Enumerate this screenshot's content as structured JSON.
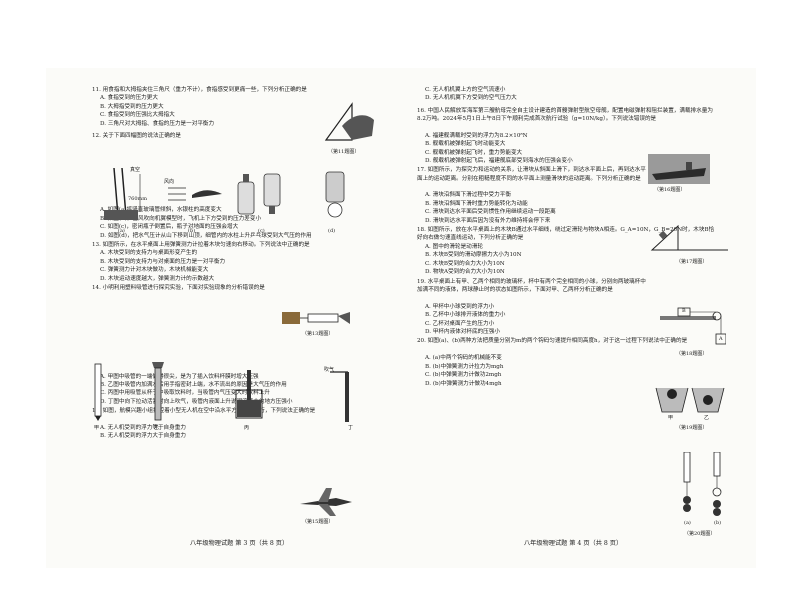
{
  "left_column": [
    {
      "stem": "11. 用食指和大拇指夹住三角尺（重力不计），食指感受到更痛一些，下列分析正确的是",
      "options": [
        "A. 食指受到的压力更大",
        "B. 大拇指受到的压力更大",
        "C. 食指受到的压强比大拇指大",
        "D. 三角尺对大拇指、食指的压力是一对平衡力"
      ]
    },
    {
      "stem": "12. 关于下面四幅图的说法正确的是",
      "options": [
        "A. 如图(a)将竖直玻璃管倾斜，水银柱的高度变大",
        "B. 如图(b)，当风吹向机翼模型时，飞机上下方受到的压力差变小",
        "C. 如图(c)，密闭瓶子倒置后，瓶子对地面的压强会增大",
        "D. 如图(d)，把水气压计从山下移到山顶，细管内的水柱上升乒乓球受到大气压的作用"
      ]
    },
    {
      "stem": "13. 如图所示，在水平桌面上用弹簧测力计拉着木块匀速向右移动。下列说法中正确的是",
      "options": [
        "A. 木块受到的支持力与桌面形变产生的",
        "B. 木块受到的支持力与对桌面的压力是一对平衡力",
        "C. 弹簧测力计对木块做功，木块机械能变大",
        "D. 木块运动速度越大，弹簧测力计的示数越大"
      ]
    },
    {
      "stem": "14. 小明利用塑料吸管进行探究实验，下面对实验现象的分析错误的是",
      "options": [
        "A. 甲图中吸管的一端做得很尖，是为了插入饮料杯膜时增大压强",
        "B. 乙图中吸管内加满水后用手指密封上端，水不流出的原因是大气压的作用",
        "C. 丙图中用吸管从杯子中吸取饮料时，当吸管内气压变大时饮料上升",
        "D. 丁图中向下拉动活塞时向上吹气，吸管内液面上升说明流速大的地方压强小"
      ]
    },
    {
      "stem": "15. 如图，航模兴趣小组操控着小型无人机在空中沿水平方向匀速飞行，下列说法正确的是",
      "options": [
        "A. 无人机受到的浮力等于自身重力",
        "B. 无人机受到的浮力大于自身重力"
      ]
    }
  ],
  "right_column": [
    {
      "stem": "",
      "options": [
        "C. 无人机机翼上方的空气流速小",
        "D. 无人机机翼下方受到的空气压力大"
      ]
    },
    {
      "stem": "16. 中国人民解放军海军第三艘航母完全自主设计建造的首艘弹射型航空母舰，配置电磁弹射和阻拦装置，满载排水量为8.2万吨。2024年5月1日上午8日下午顺利完成首次航行试验（g=10N/kg）。下列说法错误的是",
      "options": [
        "A. 福建舰满载时受到的浮力为8.2×10⁸N",
        "B. 舰载机被弹射起飞时动能变大",
        "C. 舰载机被弹射起飞时，重力势能变大",
        "D. 舰载机被弹射起飞后，福建舰底部受到海水的压强会变小"
      ]
    },
    {
      "stem": "17. 如图所示，为探究力和运动的关系，让滑块从斜面上滑下，到达水平面上后，再到达水平面上的运动距离。分别在粗糙程度不同的水平面上测量滑块的运动距离。下列分析正确的是",
      "options": [
        "A. 滑块沿斜面下滑过程中受力平衡",
        "B. 滑块沿斜面下滑时重力势能转化为动能",
        "C. 滑块到达水平面后受到惯性作用继续运动一段距离",
        "D. 滑块到达水平面后因为没有外力维持将会停下来"
      ]
    },
    {
      "stem": "18. 如图所示，放在水平桌面上的木块B通过水平细线，绕过定滑轮与物块A相连。G_A=10N，G_B=20N时，木块B恰好向右做匀速直线运动，下列分析正确的是",
      "options": [
        "A. 图中的滑轮是动滑轮",
        "B. 木块B受到的滑动摩擦力大小为10N",
        "C. 木块B受到的合力大小为10N",
        "D. 物块A受到的合力大小为10N"
      ]
    },
    {
      "stem": "19. 水平桌面上有甲、乙两个相同的玻璃杯，杯中有两个完全相同的小球，分别向两玻璃杯中加满不同的液体，两球静止时的状态如图所示，下面对甲、乙两杯分析正确的是",
      "options": [
        "A. 甲杯中小球受到的浮力小",
        "B. 乙杯中小球排开液体的重力小",
        "C. 乙杯对桌面产生的压力小",
        "D. 甲杯内液体对杯底的压强小"
      ]
    },
    {
      "stem": "20. 如图(a)、(b)两种方法把质量分别为m的两个钩码匀速提升相同高度h，对于这一过程下列说法中正确的是",
      "options": [
        "A. (a)中两个钩码的机械能不变",
        "B. (b)中弹簧测力计拉力为mgh",
        "C. (b)中弹簧测力计做功2mgh",
        "D. (b)中弹簧测力计做功4mgh"
      ]
    }
  ],
  "captions": {
    "q11": "（第11题图）",
    "q13": "（第13题图）",
    "q15": "（第15题图）",
    "q16": "（第16题图）",
    "q17": "（第17题图）",
    "q18": "（第18题图）",
    "q19": "（第19题图）",
    "q20": "（第20题图）"
  },
  "fig_labels": {
    "q12": [
      "(a)",
      "(b)",
      "(c)",
      "(d)"
    ],
    "q12_text": [
      "真空",
      "760mm",
      "风向"
    ],
    "q14": [
      "甲",
      "乙",
      "丙",
      "丁"
    ],
    "q14_text": "吹气",
    "q18": [
      "B",
      "A"
    ],
    "q19": [
      "甲",
      "乙"
    ],
    "q20": [
      "(a)",
      "(b)"
    ]
  },
  "footer": {
    "left": "八年级物理试题  第 3 页（共 8 页）",
    "right": "八年级物理试题  第 4 页（共 8 页）"
  }
}
